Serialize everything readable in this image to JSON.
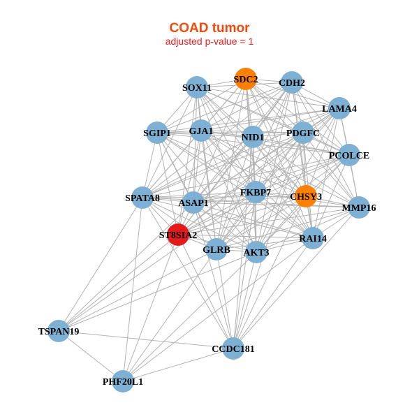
{
  "header": {
    "title": "COAD tumor",
    "subtitle": "adjusted p-value = 1"
  },
  "colors": {
    "default": "#7eb0d3",
    "orange": "#ff7f00",
    "red": "#e31a1c",
    "edge": "#b3b3b3"
  },
  "network": {
    "nodes": [
      {
        "id": "SOX11",
        "color": "default"
      },
      {
        "id": "SDC2",
        "color": "orange"
      },
      {
        "id": "CDH2",
        "color": "default"
      },
      {
        "id": "LAMA4",
        "color": "default"
      },
      {
        "id": "SGIP1",
        "color": "default"
      },
      {
        "id": "GJA1",
        "color": "default"
      },
      {
        "id": "NID1",
        "color": "default"
      },
      {
        "id": "PDGFC",
        "color": "default"
      },
      {
        "id": "PCOLCE",
        "color": "default"
      },
      {
        "id": "SPATA8",
        "color": "default"
      },
      {
        "id": "ASAP1",
        "color": "default"
      },
      {
        "id": "FKBP7",
        "color": "default"
      },
      {
        "id": "CHSY3",
        "color": "orange"
      },
      {
        "id": "MMP16",
        "color": "default"
      },
      {
        "id": "ST8SIA2",
        "color": "red"
      },
      {
        "id": "GLRB",
        "color": "default"
      },
      {
        "id": "AKT3",
        "color": "default"
      },
      {
        "id": "RAI14",
        "color": "default"
      },
      {
        "id": "TSPAN19",
        "color": "default"
      },
      {
        "id": "CCDC181",
        "color": "default"
      },
      {
        "id": "PHF20L1",
        "color": "default"
      }
    ],
    "edges": [
      [
        "SOX11",
        "SDC2"
      ],
      [
        "SOX11",
        "CDH2"
      ],
      [
        "SOX11",
        "SGIP1"
      ],
      [
        "SOX11",
        "GJA1"
      ],
      [
        "SOX11",
        "NID1"
      ],
      [
        "SOX11",
        "PDGFC"
      ],
      [
        "SOX11",
        "PCOLCE"
      ],
      [
        "SOX11",
        "ASAP1"
      ],
      [
        "SOX11",
        "FKBP7"
      ],
      [
        "SOX11",
        "CHSY3"
      ],
      [
        "SOX11",
        "SPATA8"
      ],
      [
        "SOX11",
        "LAMA4"
      ],
      [
        "SOX11",
        "GLRB"
      ],
      [
        "SOX11",
        "AKT3"
      ],
      [
        "SOX11",
        "RAI14"
      ],
      [
        "SOX11",
        "ST8SIA2"
      ],
      [
        "SDC2",
        "CDH2"
      ],
      [
        "SDC2",
        "GJA1"
      ],
      [
        "SDC2",
        "NID1"
      ],
      [
        "SDC2",
        "PDGFC"
      ],
      [
        "SDC2",
        "LAMA4"
      ],
      [
        "SDC2",
        "PCOLCE"
      ],
      [
        "SDC2",
        "FKBP7"
      ],
      [
        "SDC2",
        "CHSY3"
      ],
      [
        "SDC2",
        "SGIP1"
      ],
      [
        "SDC2",
        "ASAP1"
      ],
      [
        "SDC2",
        "MMP16"
      ],
      [
        "SDC2",
        "AKT3"
      ],
      [
        "SDC2",
        "GLRB"
      ],
      [
        "SDC2",
        "RAI14"
      ],
      [
        "SDC2",
        "SPATA8"
      ],
      [
        "CDH2",
        "LAMA4"
      ],
      [
        "CDH2",
        "NID1"
      ],
      [
        "CDH2",
        "PDGFC"
      ],
      [
        "CDH2",
        "PCOLCE"
      ],
      [
        "CDH2",
        "GJA1"
      ],
      [
        "CDH2",
        "SGIP1"
      ],
      [
        "CDH2",
        "FKBP7"
      ],
      [
        "CDH2",
        "CHSY3"
      ],
      [
        "CDH2",
        "MMP16"
      ],
      [
        "CDH2",
        "ASAP1"
      ],
      [
        "CDH2",
        "AKT3"
      ],
      [
        "CDH2",
        "GLRB"
      ],
      [
        "CDH2",
        "ST8SIA2"
      ],
      [
        "CDH2",
        "SPATA8"
      ],
      [
        "CDH2",
        "RAI14"
      ],
      [
        "LAMA4",
        "PDGFC"
      ],
      [
        "LAMA4",
        "PCOLCE"
      ],
      [
        "LAMA4",
        "MMP16"
      ],
      [
        "LAMA4",
        "NID1"
      ],
      [
        "LAMA4",
        "GJA1"
      ],
      [
        "LAMA4",
        "SGIP1"
      ],
      [
        "LAMA4",
        "FKBP7"
      ],
      [
        "LAMA4",
        "CHSY3"
      ],
      [
        "LAMA4",
        "ASAP1"
      ],
      [
        "LAMA4",
        "RAI14"
      ],
      [
        "LAMA4",
        "AKT3"
      ],
      [
        "LAMA4",
        "GLRB"
      ],
      [
        "LAMA4",
        "ST8SIA2"
      ],
      [
        "LAMA4",
        "SPATA8"
      ],
      [
        "SGIP1",
        "GJA1"
      ],
      [
        "SGIP1",
        "NID1"
      ],
      [
        "SGIP1",
        "PDGFC"
      ],
      [
        "SGIP1",
        "PCOLCE"
      ],
      [
        "SGIP1",
        "SPATA8"
      ],
      [
        "SGIP1",
        "ASAP1"
      ],
      [
        "SGIP1",
        "FKBP7"
      ],
      [
        "SGIP1",
        "ST8SIA2"
      ],
      [
        "SGIP1",
        "GLRB"
      ],
      [
        "SGIP1",
        "AKT3"
      ],
      [
        "SGIP1",
        "CHSY3"
      ],
      [
        "SGIP1",
        "RAI14"
      ],
      [
        "GJA1",
        "NID1"
      ],
      [
        "GJA1",
        "PDGFC"
      ],
      [
        "GJA1",
        "PCOLCE"
      ],
      [
        "GJA1",
        "SPATA8"
      ],
      [
        "GJA1",
        "ASAP1"
      ],
      [
        "GJA1",
        "FKBP7"
      ],
      [
        "GJA1",
        "CHSY3"
      ],
      [
        "GJA1",
        "MMP16"
      ],
      [
        "GJA1",
        "ST8SIA2"
      ],
      [
        "GJA1",
        "GLRB"
      ],
      [
        "GJA1",
        "AKT3"
      ],
      [
        "GJA1",
        "RAI14"
      ],
      [
        "NID1",
        "PDGFC"
      ],
      [
        "NID1",
        "PCOLCE"
      ],
      [
        "NID1",
        "SPATA8"
      ],
      [
        "NID1",
        "ASAP1"
      ],
      [
        "NID1",
        "FKBP7"
      ],
      [
        "NID1",
        "CHSY3"
      ],
      [
        "NID1",
        "MMP16"
      ],
      [
        "NID1",
        "ST8SIA2"
      ],
      [
        "NID1",
        "GLRB"
      ],
      [
        "NID1",
        "AKT3"
      ],
      [
        "NID1",
        "RAI14"
      ],
      [
        "NID1",
        "CCDC181"
      ],
      [
        "PDGFC",
        "PCOLCE"
      ],
      [
        "PDGFC",
        "MMP16"
      ],
      [
        "PDGFC",
        "FKBP7"
      ],
      [
        "PDGFC",
        "CHSY3"
      ],
      [
        "PDGFC",
        "ASAP1"
      ],
      [
        "PDGFC",
        "SPATA8"
      ],
      [
        "PDGFC",
        "ST8SIA2"
      ],
      [
        "PDGFC",
        "GLRB"
      ],
      [
        "PDGFC",
        "AKT3"
      ],
      [
        "PDGFC",
        "RAI14"
      ],
      [
        "PDGFC",
        "CCDC181"
      ],
      [
        "PCOLCE",
        "MMP16"
      ],
      [
        "PCOLCE",
        "CHSY3"
      ],
      [
        "PCOLCE",
        "FKBP7"
      ],
      [
        "PCOLCE",
        "ASAP1"
      ],
      [
        "PCOLCE",
        "SPATA8"
      ],
      [
        "PCOLCE",
        "RAI14"
      ],
      [
        "PCOLCE",
        "AKT3"
      ],
      [
        "PCOLCE",
        "GLRB"
      ],
      [
        "PCOLCE",
        "ST8SIA2"
      ],
      [
        "SPATA8",
        "ASAP1"
      ],
      [
        "SPATA8",
        "FKBP7"
      ],
      [
        "SPATA8",
        "CHSY3"
      ],
      [
        "SPATA8",
        "ST8SIA2"
      ],
      [
        "SPATA8",
        "GLRB"
      ],
      [
        "SPATA8",
        "AKT3"
      ],
      [
        "SPATA8",
        "TSPAN19"
      ],
      [
        "SPATA8",
        "PHF20L1"
      ],
      [
        "SPATA8",
        "MMP16"
      ],
      [
        "SPATA8",
        "RAI14"
      ],
      [
        "SPATA8",
        "CCDC181"
      ],
      [
        "ASAP1",
        "FKBP7"
      ],
      [
        "ASAP1",
        "CHSY3"
      ],
      [
        "ASAP1",
        "MMP16"
      ],
      [
        "ASAP1",
        "ST8SIA2"
      ],
      [
        "ASAP1",
        "GLRB"
      ],
      [
        "ASAP1",
        "AKT3"
      ],
      [
        "ASAP1",
        "RAI14"
      ],
      [
        "ASAP1",
        "TSPAN19"
      ],
      [
        "ASAP1",
        "CCDC181"
      ],
      [
        "FKBP7",
        "CHSY3"
      ],
      [
        "FKBP7",
        "MMP16"
      ],
      [
        "FKBP7",
        "ST8SIA2"
      ],
      [
        "FKBP7",
        "GLRB"
      ],
      [
        "FKBP7",
        "AKT3"
      ],
      [
        "FKBP7",
        "RAI14"
      ],
      [
        "FKBP7",
        "CCDC181"
      ],
      [
        "FKBP7",
        "TSPAN19"
      ],
      [
        "CHSY3",
        "MMP16"
      ],
      [
        "CHSY3",
        "RAI14"
      ],
      [
        "CHSY3",
        "AKT3"
      ],
      [
        "CHSY3",
        "GLRB"
      ],
      [
        "CHSY3",
        "ST8SIA2"
      ],
      [
        "CHSY3",
        "CCDC181"
      ],
      [
        "MMP16",
        "RAI14"
      ],
      [
        "MMP16",
        "AKT3"
      ],
      [
        "MMP16",
        "GLRB"
      ],
      [
        "MMP16",
        "ST8SIA2"
      ],
      [
        "MMP16",
        "CCDC181"
      ],
      [
        "ST8SIA2",
        "GLRB"
      ],
      [
        "ST8SIA2",
        "AKT3"
      ],
      [
        "ST8SIA2",
        "RAI14"
      ],
      [
        "ST8SIA2",
        "TSPAN19"
      ],
      [
        "ST8SIA2",
        "PHF20L1"
      ],
      [
        "ST8SIA2",
        "CCDC181"
      ],
      [
        "GLRB",
        "AKT3"
      ],
      [
        "GLRB",
        "RAI14"
      ],
      [
        "GLRB",
        "CCDC181"
      ],
      [
        "GLRB",
        "TSPAN19"
      ],
      [
        "GLRB",
        "PHF20L1"
      ],
      [
        "AKT3",
        "RAI14"
      ],
      [
        "AKT3",
        "CCDC181"
      ],
      [
        "AKT3",
        "PHF20L1"
      ],
      [
        "AKT3",
        "TSPAN19"
      ],
      [
        "RAI14",
        "CCDC181"
      ],
      [
        "RAI14",
        "PHF20L1"
      ],
      [
        "TSPAN19",
        "CCDC181"
      ],
      [
        "TSPAN19",
        "PHF20L1"
      ],
      [
        "CCDC181",
        "PHF20L1"
      ]
    ]
  }
}
